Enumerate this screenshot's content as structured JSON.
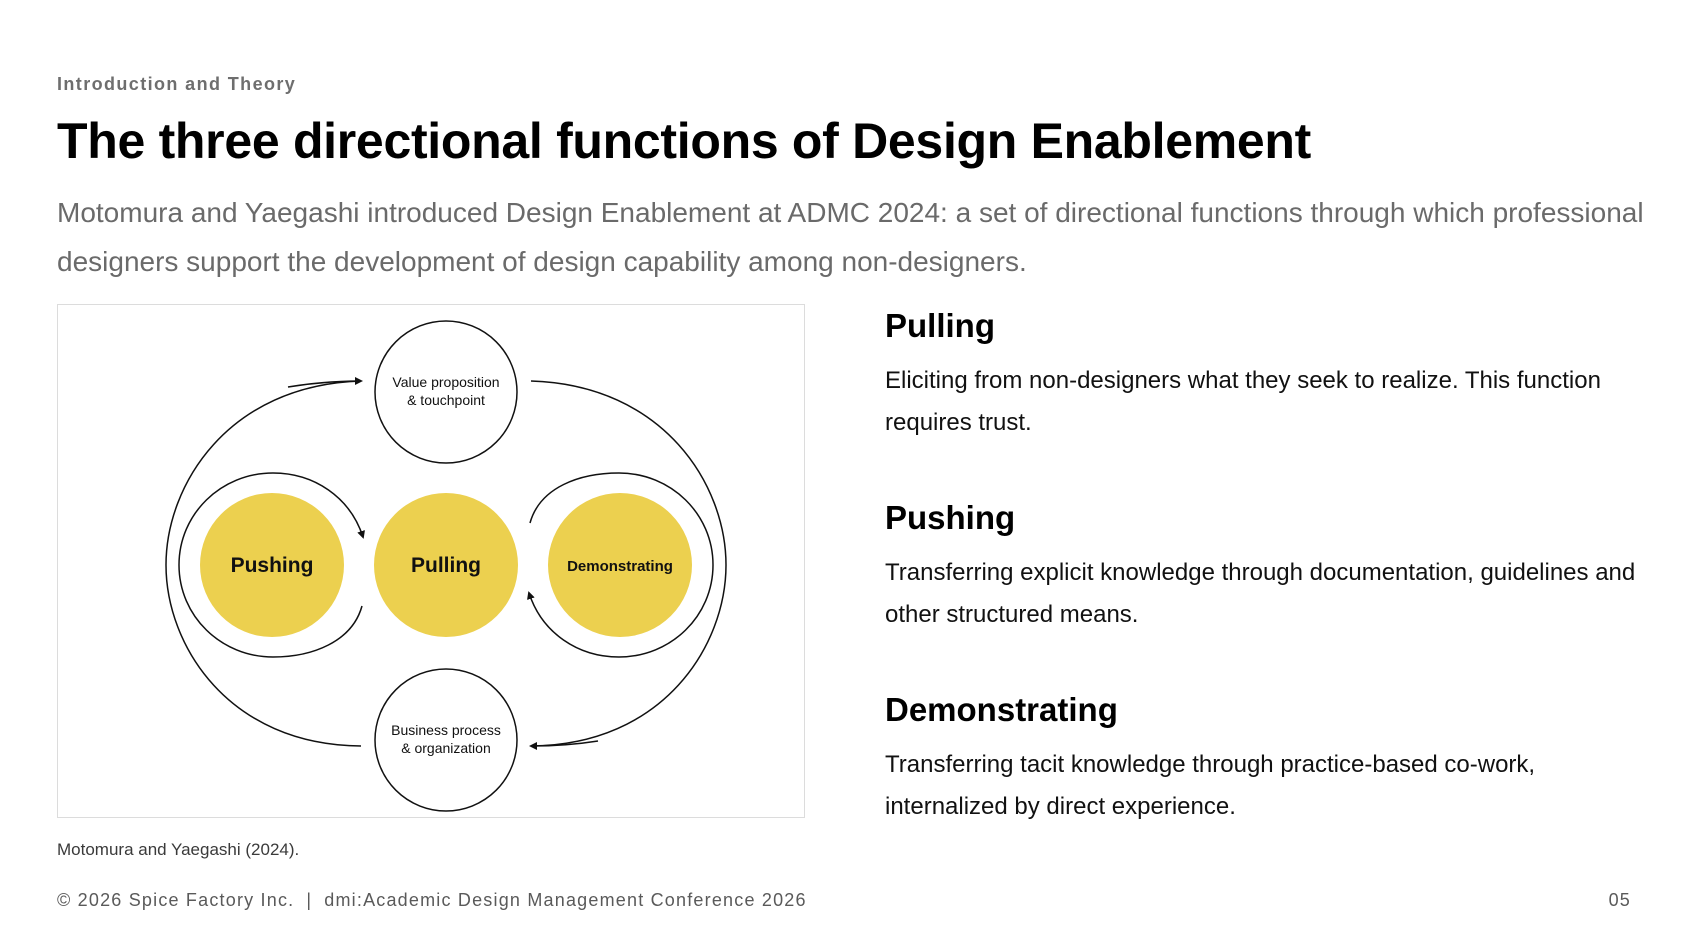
{
  "header": {
    "eyebrow": "Introduction and Theory",
    "title": "The three directional functions of Design Enablement",
    "subtitle": "Motomura and Yaegashi introduced Design Enablement at ADMC 2024: a set of directional functions through which professional designers support the development of design capability among non-designers."
  },
  "diagram": {
    "top_node": [
      "Value proposition",
      "& touchpoint"
    ],
    "bottom_node": [
      "Business process",
      "& organization"
    ],
    "pushing": "Pushing",
    "pulling": "Pulling",
    "demonstrating": "Demonstrating",
    "accent_color": "#ecd04f",
    "caption": "Motomura and Yaegashi (2024)."
  },
  "functions": [
    {
      "heading": "Pulling",
      "body": "Eliciting from non-designers what they seek to realize. This function requires trust."
    },
    {
      "heading": "Pushing",
      "body": "Transferring explicit knowledge through documentation, guidelines and other structured means."
    },
    {
      "heading": "Demonstrating",
      "body": "Transferring tacit knowledge through practice-based co-work, internalized by direct experience."
    }
  ],
  "footer": {
    "copyright": "© 2026 Spice Factory Inc.",
    "separator": "|",
    "conference": "dmi:Academic Design Management Conference 2026",
    "page_number": "05"
  }
}
